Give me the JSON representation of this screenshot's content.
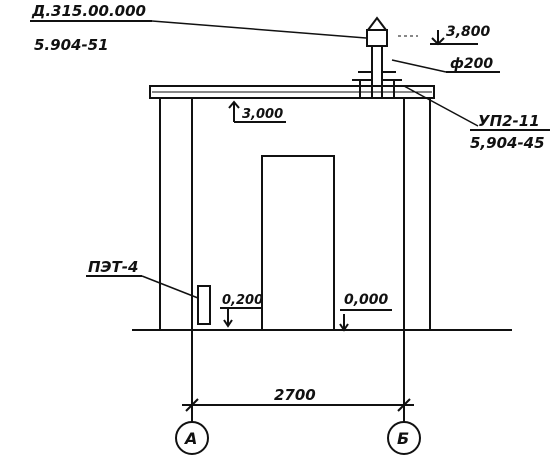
{
  "drawing": {
    "ref_top": "Д.315.00.000",
    "ref_top_series": "5.904-51",
    "elev_ventcap": "3,800",
    "pipe_diameter": "ф200",
    "elev_roof": "3,000",
    "unit_label": "УП2-11",
    "unit_series": "5,904-45",
    "heater_label": "ПЭТ-4",
    "elev_heater": "0,200",
    "elev_floor": "0,000",
    "dim_axes": "2700",
    "axis_a": "А",
    "axis_b": "Б",
    "line_color": "#111111"
  }
}
